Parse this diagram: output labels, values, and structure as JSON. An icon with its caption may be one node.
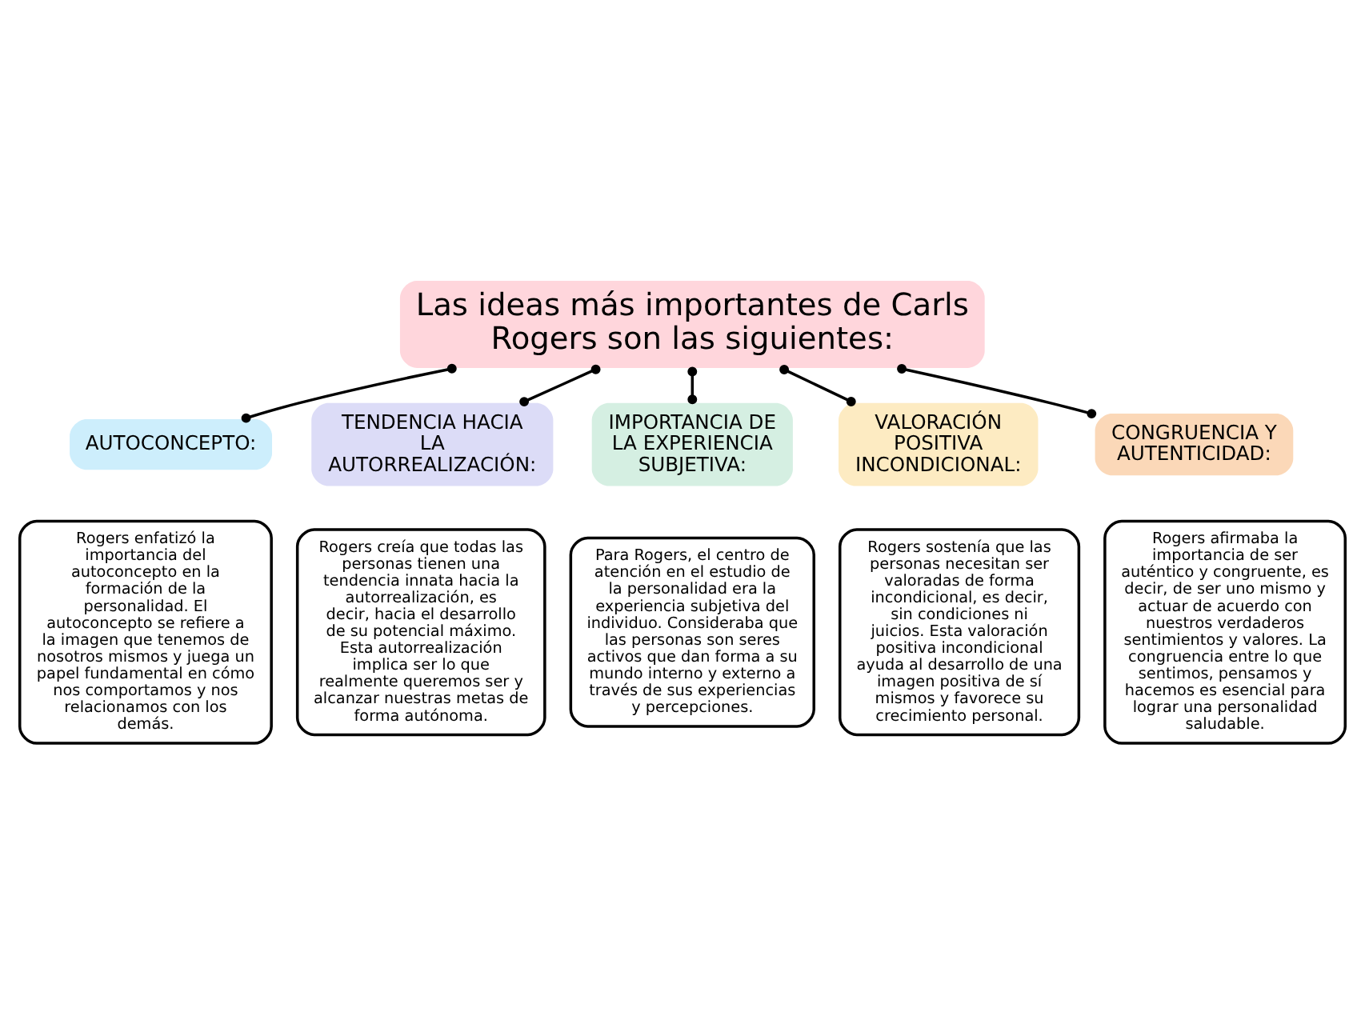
{
  "diagram": {
    "nodes": [
      {
        "text": [
          "Las ideas más importantes de Carls Rogers son las siguientes:"
        ]
      },
      {
        "text": [
          "AUTOCONCEPTO:"
        ]
      },
      {
        "text": [
          "TENDENCIA HACIA LA AUTORREALIZACIÓN:"
        ]
      },
      {
        "text": [
          "IMPORTANCIA DE LA EXPERIENCIA SUBJETIVA:"
        ]
      },
      {
        "text": [
          "VALORACIÓN POSITIVA INCONDICIONAL:"
        ]
      },
      {
        "text": [
          "CONGRUENCIA Y AUTENTICIDAD:"
        ]
      },
      {
        "text": [
          "Rogers enfatizó la importancia del autoconcepto en la formación de la personalidad. El autoconcepto se refiere a la imagen que tenemos de nosotros mismos y juega un papel fundamental en cómo nos comportamos y nos relacionamos con los demás."
        ]
      },
      {
        "text": [
          "Rogers creía que todas las personas tienen una tendencia innata hacia la autorrealización, es decir, hacia el desarrollo de su potencial máximo. Esta autorrealización implica ser lo que realmente queremos ser y alcanzar nuestras metas de forma autónoma."
        ]
      },
      {
        "text": [
          "Para Rogers, el centro de atención en el estudio de la personalidad era la experiencia subjetiva del individuo. Consideraba que las personas son seres activos que dan forma a su mundo interno y externo a través de sus experiencias y percepciones."
        ]
      },
      {
        "text": [
          "Rogers sostenía que las personas necesitan ser valoradas de forma incondicional, es decir, sin condiciones ni juicios. Esta valoración positiva incondicional ayuda al desarrollo de una imagen positiva de sí mismos y favorece su crecimiento personal."
        ]
      },
      {
        "text": [
          "Rogers afirmaba la importancia de ser auténtico y congruente, es decir, de ser uno mismo y actuar de acuerdo con nuestros verdaderos sentimientos y valores. La congruencia entre lo que sentimos, pensamos y hacemos es esencial para lograr una personalidad saludable."
        ]
      }
    ],
    "edges": [
      {
        "from": 0,
        "to": 1,
        "arrow": "other"
      },
      {
        "from": 0,
        "to": 2,
        "arrow": "other"
      },
      {
        "from": 0,
        "to": 3,
        "arrow": "other"
      },
      {
        "from": 0,
        "to": 4,
        "arrow": "other"
      },
      {
        "from": 0,
        "to": 5,
        "arrow": "other"
      }
    ]
  }
}
